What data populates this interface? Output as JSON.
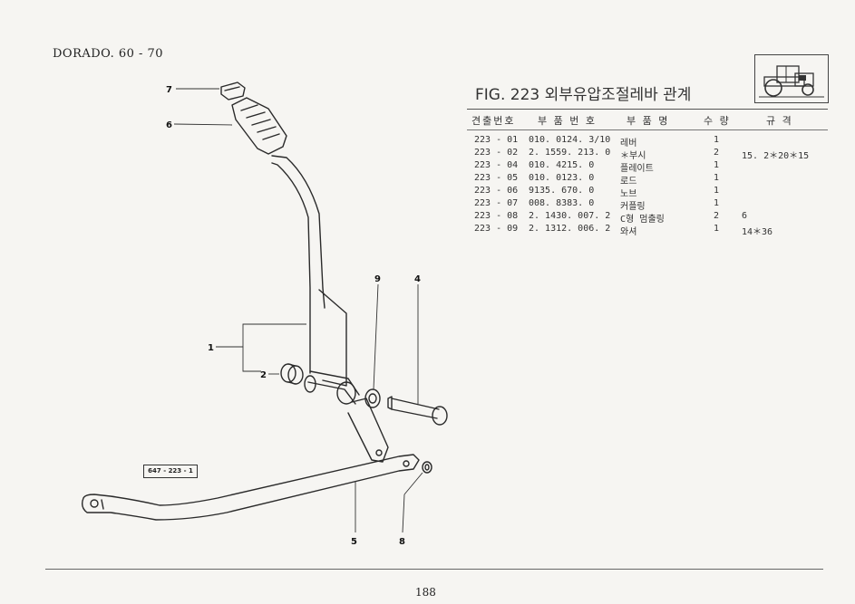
{
  "document": {
    "model": "DORADO. 60 - 70",
    "fig_title": "FIG. 223 외부유압조절레바 관계",
    "ref_code": "647 - 223 - 1",
    "page_number": "188"
  },
  "table": {
    "headers": [
      "견출번호",
      "부 품 번 호",
      "부 품 명",
      "수 량",
      "규 격"
    ],
    "rows": [
      [
        "223 - 01",
        "010. 0124. 3/10",
        "레버",
        "1",
        ""
      ],
      [
        "223 - 02",
        "2. 1559. 213. 0",
        "＊부시",
        "2",
        "15. 2＊20＊15"
      ],
      [
        "223 - 04",
        "010. 4215. 0",
        "플레이트",
        "1",
        ""
      ],
      [
        "223 - 05",
        "010. 0123. 0",
        "로드",
        "1",
        ""
      ],
      [
        "223 - 06",
        "9135. 670. 0",
        "노브",
        "1",
        ""
      ],
      [
        "223 - 07",
        "008. 8383. 0",
        "커플링",
        "1",
        ""
      ],
      [
        "223 - 08",
        "2. 1430. 007. 2",
        "C형 멈출링",
        "2",
        "6"
      ],
      [
        "223 - 09",
        "2. 1312. 006. 2",
        "와셔",
        "1",
        "14＊36"
      ]
    ]
  },
  "callouts": [
    "7",
    "6",
    "9",
    "4",
    "1",
    "2",
    "5",
    "8"
  ]
}
